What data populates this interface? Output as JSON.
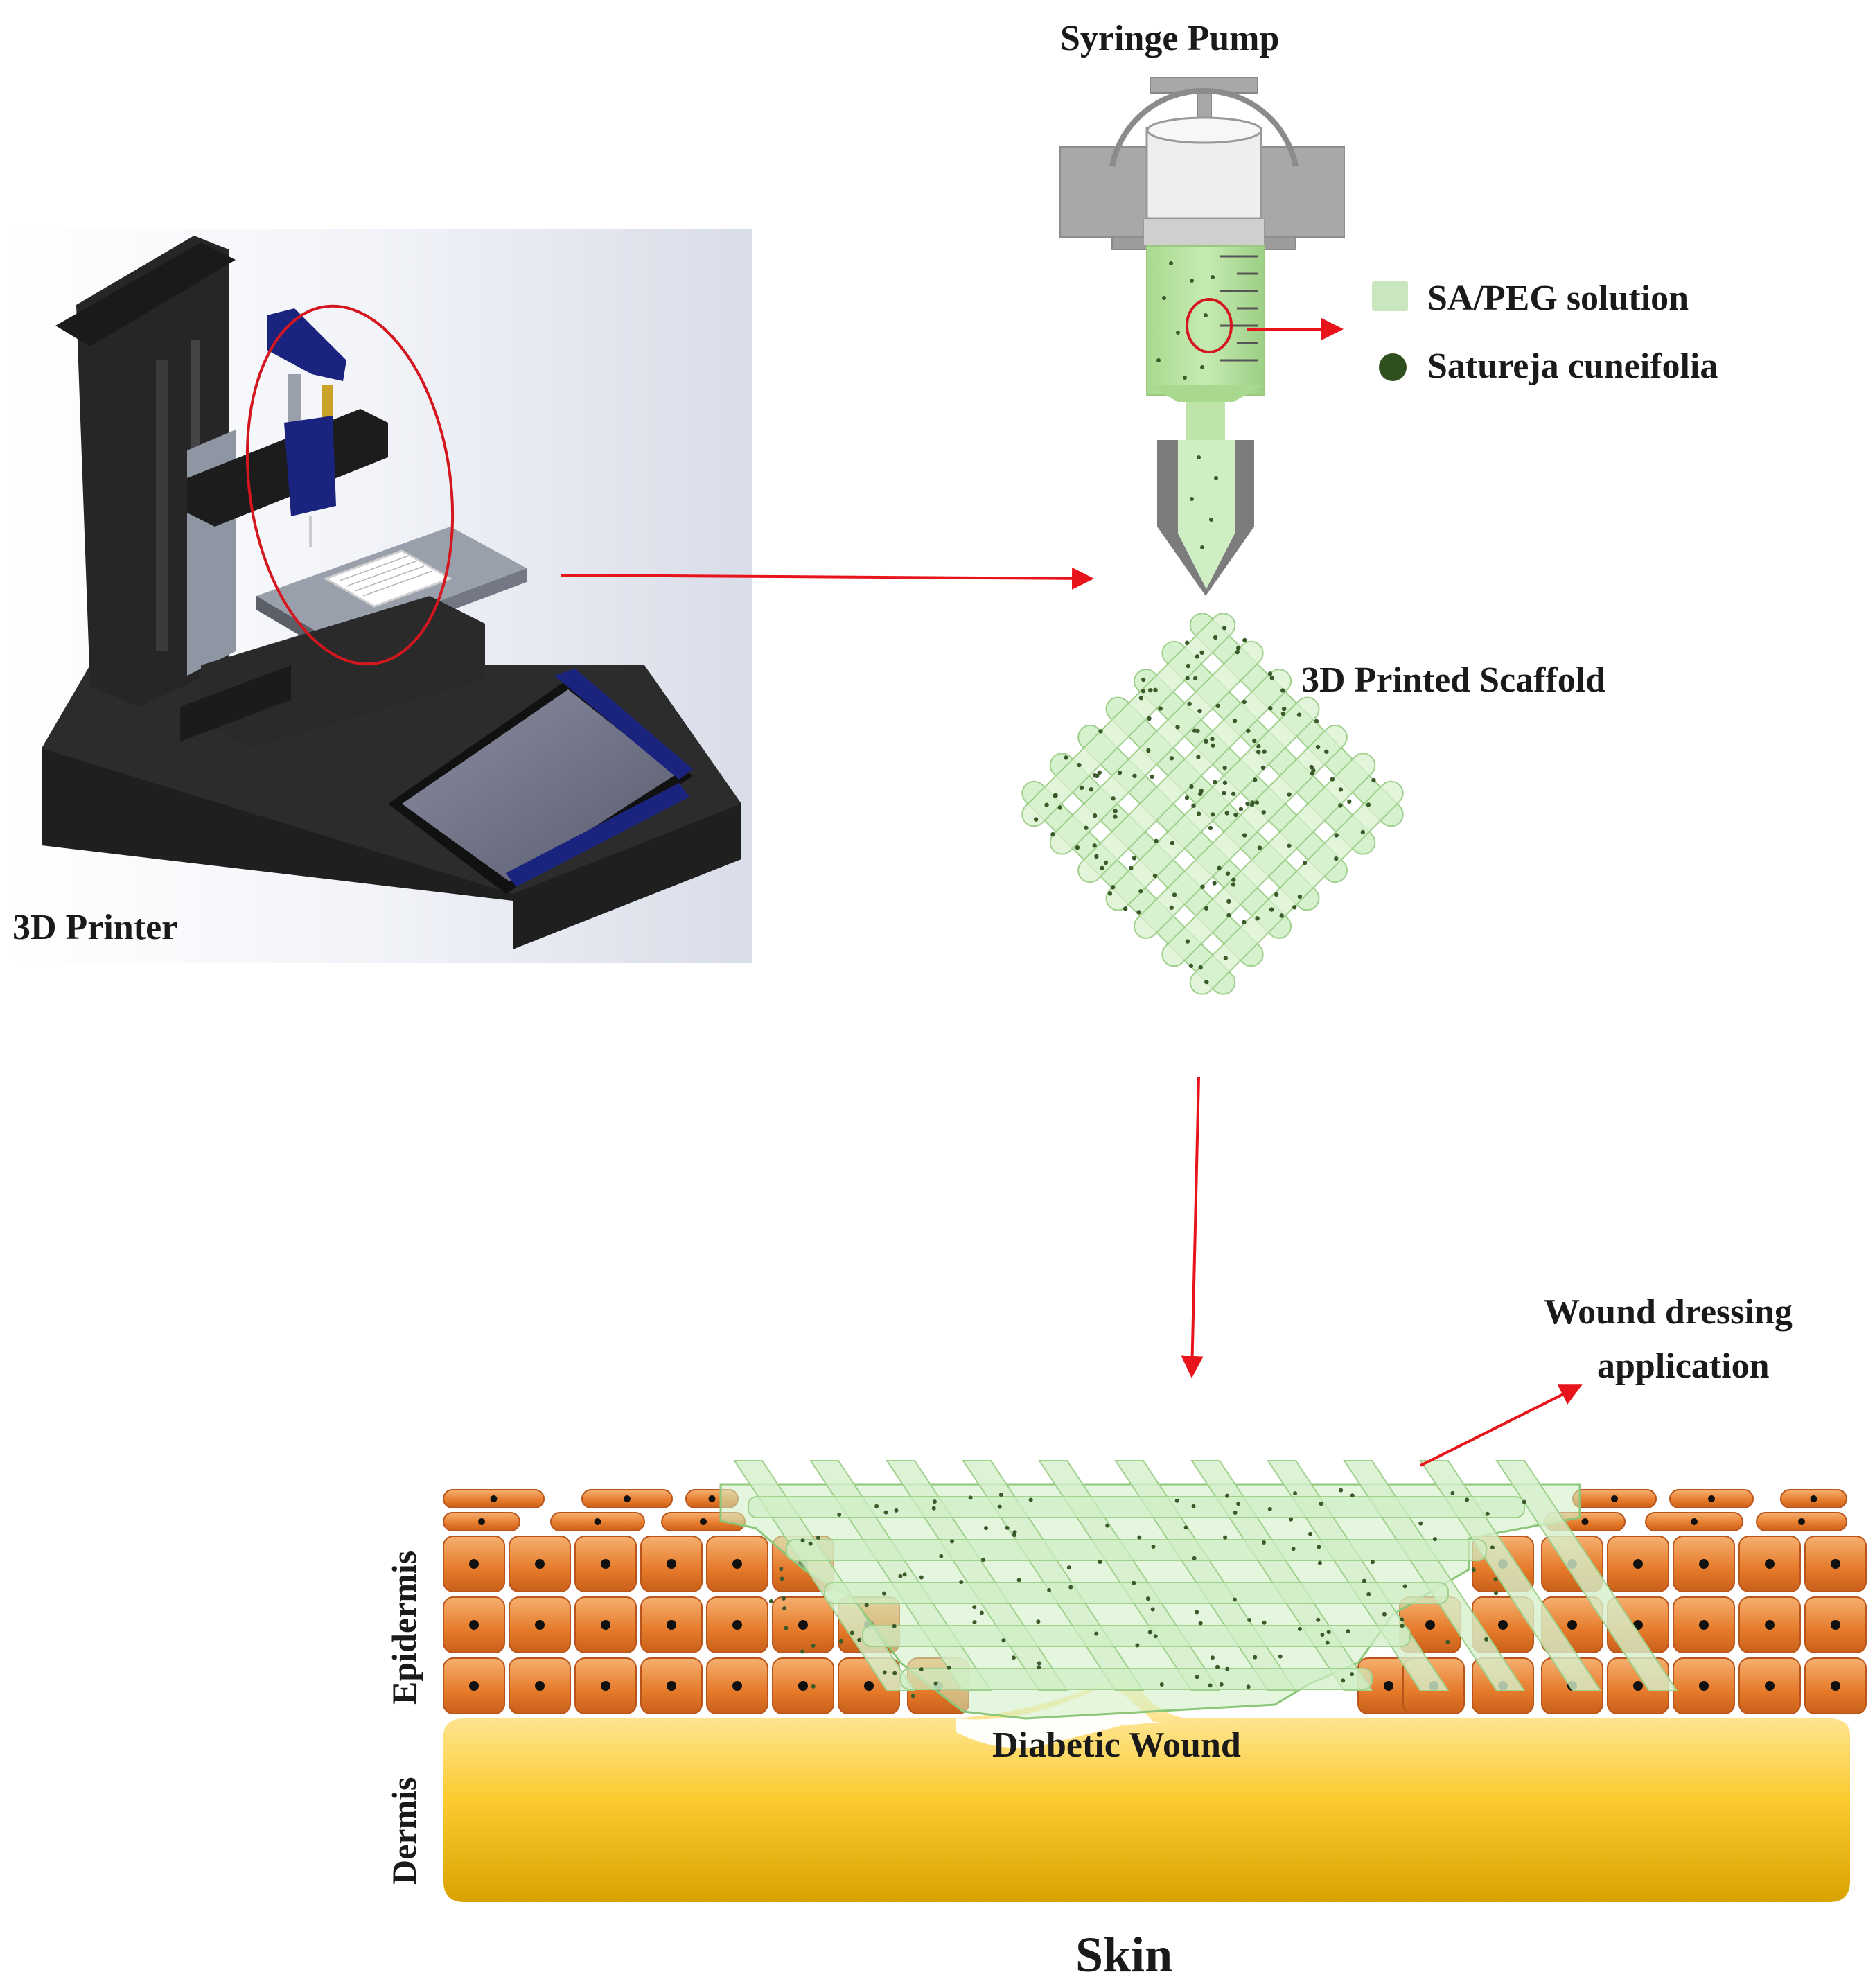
{
  "labels": {
    "syringe_pump": "Syringe Pump",
    "printer": "3D Printer",
    "scaffold": "3D Printed Scaffold",
    "wound_dressing_line1": "Wound dressing",
    "wound_dressing_line2": "application",
    "diabetic_wound": "Diabetic Wound",
    "skin": "Skin",
    "epidermis": "Epidermis",
    "dermis": "Dermis"
  },
  "legend": [
    {
      "label": "SA/PEG solution",
      "symbol": "square",
      "color": "#c9e6bf"
    },
    {
      "label": "Satureja cuneifolia",
      "symbol": "circle",
      "color": "#2f4f1f"
    }
  ],
  "colors": {
    "arrow": "#e8141c",
    "highlight_circle": "#d4161f",
    "gel_fill": "#cfeec4",
    "gel_stroke": "#9fd08c",
    "particle": "#3a5a2a",
    "cell_orange": "#e07a2c",
    "cell_orange_light": "#f4a868",
    "dermis_top": "#fde7a0",
    "dermis_bottom": "#e5b000",
    "printer_body": "#1e1e1e",
    "printer_head": "#1a237e",
    "pump_gray": "#a8a8a8"
  }
}
